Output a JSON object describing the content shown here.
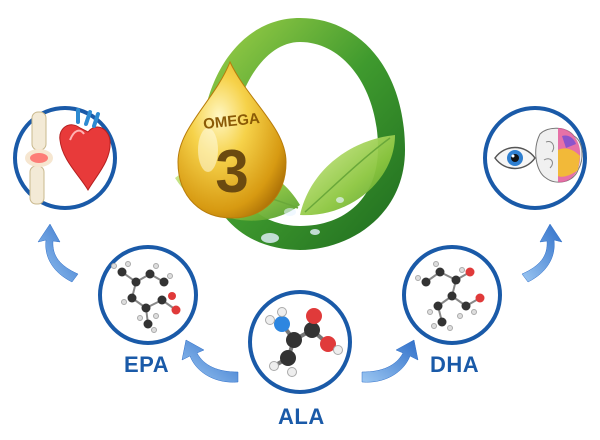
{
  "drop": {
    "word": "OMEGA",
    "number": "3"
  },
  "labels": {
    "epa": "EPA",
    "dha": "DHA",
    "ala": "ALA"
  },
  "icons": {
    "top_left": [
      "joint-icon",
      "heart-icon"
    ],
    "top_right": [
      "eye-icon",
      "brain-icon"
    ],
    "molecules": [
      "epa-molecule-icon",
      "dha-molecule-icon",
      "ala-molecule-icon"
    ],
    "arrows": [
      "curved-arrow-icon"
    ]
  },
  "colors": {
    "ring_blue": "#1a5aa8",
    "label_blue": "#1a5aa8",
    "arrow_blue": "#3b7fd6",
    "leaf_green": "#5aa532",
    "drop_gold": "#e0a816"
  }
}
